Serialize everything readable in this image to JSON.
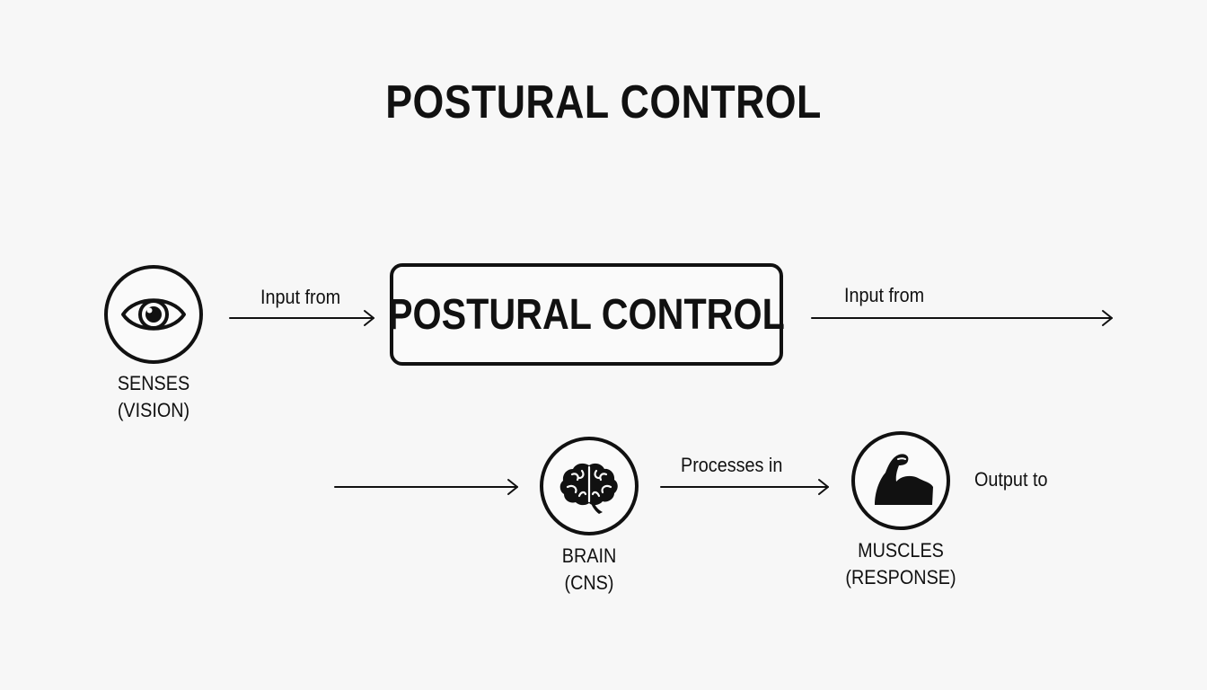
{
  "title": "POSTURAL CONTROL",
  "center_box": {
    "label": "POSTURAL CONTROL"
  },
  "nodes": {
    "senses": {
      "line1": "SENSES",
      "line2": "(VISION)",
      "icon": "eye-icon"
    },
    "brain": {
      "line1": "BRAIN",
      "line2": "(CNS)",
      "icon": "brain-icon"
    },
    "muscles": {
      "line1": "MUSCLES",
      "line2": "(RESPONSE)",
      "icon": "flexed-arm-icon"
    }
  },
  "edges": {
    "senses_to_box": "Input from",
    "box_to_right": "Input from",
    "brain_to_muscles": "Processes in",
    "muscles_out": "Output to"
  },
  "colors": {
    "ink": "#111111",
    "background": "#f7f7f7"
  }
}
